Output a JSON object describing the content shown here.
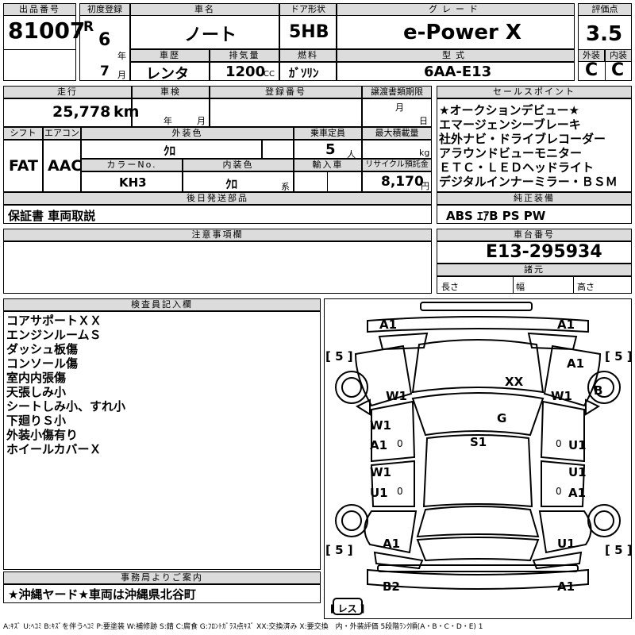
{
  "headers": {
    "lot": "出品番号",
    "first_reg": "初度登録",
    "car_name": "車名",
    "door": "ドア形状",
    "grade": "グレード",
    "score": "評価点",
    "history": "車歴",
    "displacement": "排気量",
    "fuel": "燃料",
    "model_code": "型式",
    "exterior": "外装",
    "interior": "内装",
    "mileage": "走行",
    "inspection": "車検",
    "reg_no": "登録番号",
    "transfer_doc": "譲渡書類期限",
    "sales_point": "セールスポイント",
    "shift": "シフト",
    "aircon": "エアコン",
    "ext_color": "外装色",
    "capacity": "乗車定員",
    "max_load": "最大積載量",
    "color_no": "カラーNo.",
    "int_color": "内装色",
    "import": "輸入車",
    "recycle": "リサイクル預託金",
    "parts": "後日発送部品",
    "std_equip": "純正装備",
    "notes": "注意事項欄",
    "chassis": "車台番号",
    "specs": "諸元",
    "inspector": "検査員記入欄",
    "office": "事務局よりご案内"
  },
  "vehicle": {
    "lot": "81007",
    "era": "R",
    "year": "6",
    "year_unit": "年",
    "month": "7",
    "month_unit": "月",
    "name": "ノート",
    "door": "5HB",
    "grade": "e-Power X",
    "score": "3.5",
    "history": "レンタ",
    "displacement": "1200",
    "cc": "CC",
    "fuel": "ｶﾞｿﾘﾝ",
    "model_code": "6AA-E13",
    "exterior_grade": "C",
    "interior_grade": "C",
    "mileage": "25,778",
    "km": "km",
    "nen": "年",
    "gatsu": "月",
    "hi": "日",
    "shift": "FAT",
    "aircon": "AAC",
    "ext_color": "ｸﾛ",
    "capacity": "5",
    "person_unit": "人",
    "kg": "kg",
    "color_no": "KH3",
    "int_color": "ｸﾛ",
    "kei": "系",
    "recycle": "8,170",
    "yen": "円",
    "parts": "保証書 車両取説",
    "std_equip": "ABS ｴｱB PS PW",
    "chassis": "E13-295934",
    "len": "長さ",
    "width": "幅",
    "height": "高さ"
  },
  "sales_points": [
    "★オークションデビュー★",
    "エマージェンシーブレーキ",
    "社外ナビ・ドライブレコーダー",
    "アラウンドビューモニター",
    "ＥＴＣ・ＬＥＤヘッドライト",
    "デジタルインナーミラー・ＢＳＭ"
  ],
  "inspector_notes": [
    "コアサポートＸＸ",
    "エンジンルームＳ",
    "ダッシュ板傷",
    "コンソール傷",
    "室内内張傷",
    "天張しみ小",
    "シートしみ小、すれ小",
    "下廻りＳ小",
    "外装小傷有り",
    "ホイールカバーＸ"
  ],
  "damage_marks": {
    "front_left": "A1",
    "front_right": "A1",
    "fender_right": "A1",
    "wheel_fl": "W1",
    "wheel_fr": "W1",
    "hood": "XX",
    "b_right": "B",
    "roof_g": "G",
    "roof": "S1",
    "door_l1_w": "W1",
    "door_l1_a": "A1",
    "door_l2_w": "W1",
    "door_l2_u": "U1",
    "door_r1": "U1",
    "door_r2_u": "U1",
    "door_r2_a": "A1",
    "rear_l": "A1",
    "rear_r": "U1",
    "bumper_rl": "B2",
    "bumper_rr": "A1",
    "tire": "5",
    "zero": "0",
    "spare": "レス"
  },
  "office_notice": "★沖縄ヤード★車両は沖縄県北谷町",
  "legend": "A:ｷｽﾞ U:ﾍｺﾐ B:ｷｽﾞを伴うﾍｺﾐ P:要塗装 W:補修跡 S:錆 C:腐食 G:ﾌﾛﾝﾄｶﾞﾗｽ点ｷｽﾞ XX:交換済み X:要交換　内・外装評価 5段階ﾗﾝｸ順(A・B・C・D・E) 1"
}
